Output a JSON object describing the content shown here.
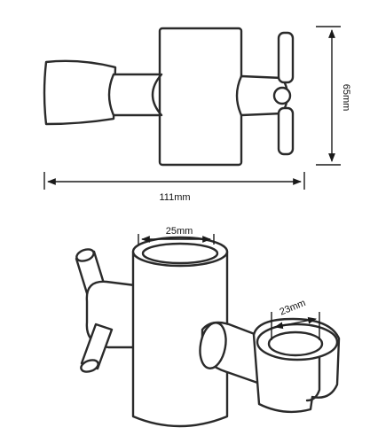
{
  "dimensions": {
    "width_label": "111mm",
    "height_label": "65mm",
    "outer_diameter_label": "25mm",
    "inner_diameter_label": "23mm"
  }
}
